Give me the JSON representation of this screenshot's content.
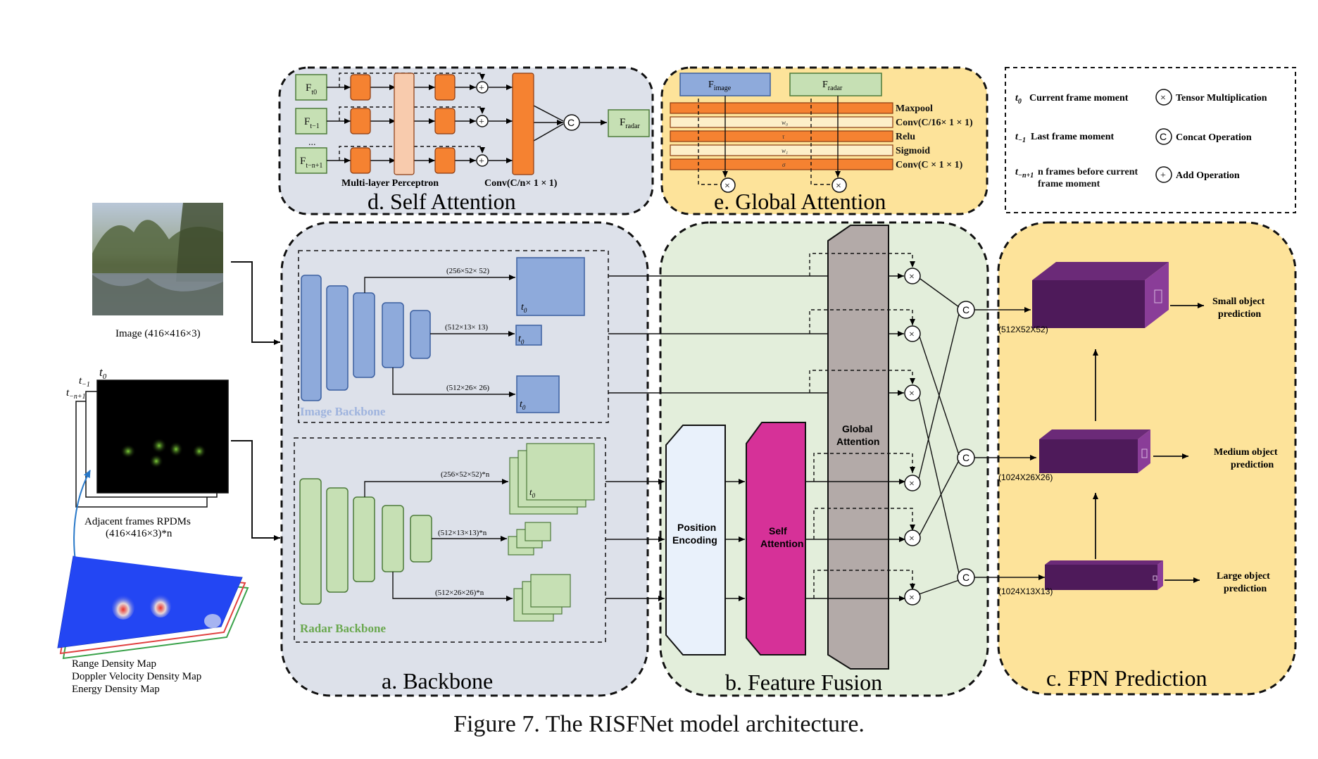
{
  "caption": "Figure 7. The RISFNet model architecture.",
  "panels": {
    "self_attention": {
      "title": "d. Self Attention",
      "inputs": [
        "F",
        "F",
        "...",
        "F"
      ],
      "input_subs": [
        "t0",
        "t−1",
        "",
        "t−n+1"
      ],
      "output": "F",
      "output_sub": "radar",
      "mlp_label": "Multi-layer Perceptron",
      "conv_label": "Conv(C/n× 1 × 1)",
      "concat_symbol": "C",
      "add_symbol": "+"
    },
    "global_attention": {
      "title": "e. Global Attention",
      "f_image": "F",
      "f_image_sub": "image",
      "f_radar": "F",
      "f_radar_sub": "radar",
      "layers": [
        "Maxpool",
        "Conv(C/16× 1 × 1)",
        "Relu",
        "Sigmoid",
        "Conv(C × 1 × 1)"
      ],
      "bar_glyphs": [
        "",
        "w₀",
        "τ",
        "w₁",
        "σ"
      ],
      "mult_symbol": "×"
    },
    "legend": {
      "items": [
        {
          "sym": "t",
          "sub": "0",
          "text": "Current frame moment"
        },
        {
          "sym": "t",
          "sub": "−1",
          "text": "Last frame moment"
        },
        {
          "sym": "t",
          "sub": "−n+1",
          "text": "n frames before current frame moment"
        },
        {
          "icon": "×",
          "text": "Tensor Multiplication"
        },
        {
          "icon": "C",
          "text": "Concat Operation"
        },
        {
          "icon": "+",
          "text": "Add  Operation"
        }
      ]
    },
    "backbone": {
      "title": "a. Backbone",
      "image_backbone_label": "Image Backbone",
      "radar_backbone_label": "Radar Backbone",
      "image_dims": [
        "(256×52× 52)",
        "(512×13× 13)",
        "(512×26× 26)"
      ],
      "radar_dims": [
        "(256×52×52)*n",
        "(512×13×13)*n",
        "(512×26×26)*n"
      ],
      "t0": "t",
      "t0_sub": "0"
    },
    "fusion": {
      "title": "b. Feature Fusion",
      "position_encoding": [
        "Position",
        "Encoding"
      ],
      "self_attention": [
        "Self",
        "Attention"
      ],
      "global_attention": [
        "Global",
        "Attention"
      ]
    },
    "fpn": {
      "title": "c. FPN Prediction",
      "dims": [
        "(512X52X52)",
        "(1024X26X26)",
        "(1024X13X13)"
      ],
      "outputs": [
        [
          "Small object",
          "prediction"
        ],
        [
          "Medium object",
          "prediction"
        ],
        [
          "Large object",
          "prediction"
        ]
      ]
    }
  },
  "inputs": {
    "image_label": "Image (416×416×3)",
    "frame_labels": [
      "t",
      "t",
      "t"
    ],
    "frame_subs": [
      "0",
      "−1",
      "−n+1"
    ],
    "rpdm_label": [
      "Adjacent frames RPDMs",
      "(416×416×3)*n"
    ],
    "density_maps": [
      "Range Density Map",
      "Doppler Velocity Density Map",
      "Energy Density Map"
    ]
  },
  "colors": {
    "panel_gray": "#dde1ea",
    "panel_yellow": "#fde39a",
    "panel_green": "#e3eedb",
    "orange": "#f58231",
    "blue": "#8eaadb",
    "green": "#c6e0b4",
    "magenta": "#d63198",
    "purple": "#4e1a5a"
  }
}
